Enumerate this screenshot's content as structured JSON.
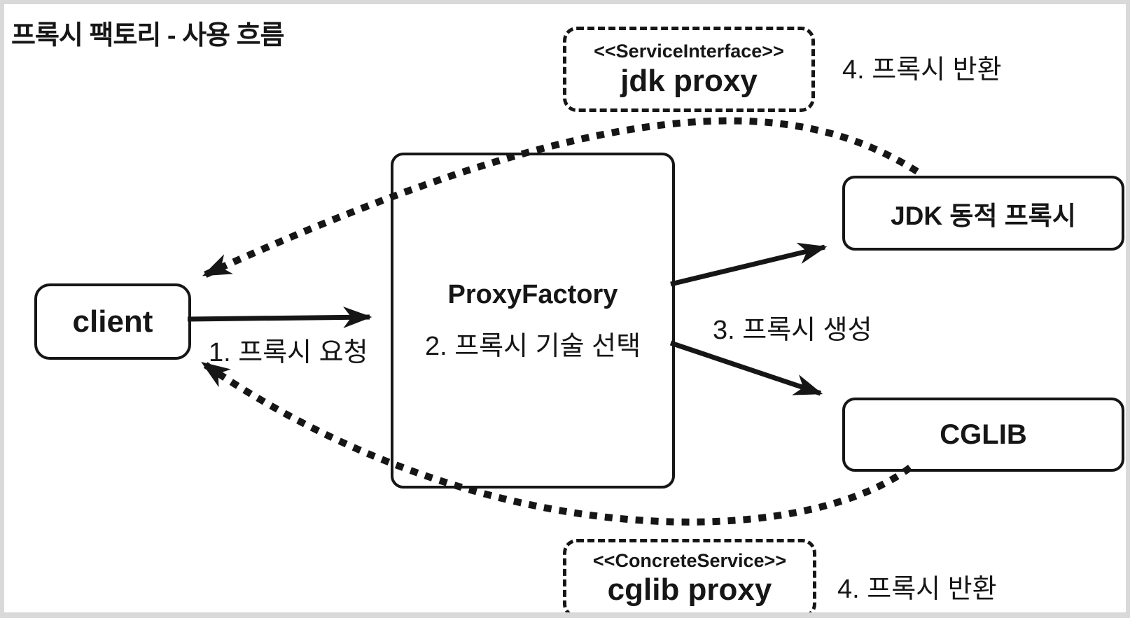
{
  "diagram": {
    "title": "프록시 팩토리 - 사용 흐름"
  },
  "nodes": {
    "client": {
      "label": "client"
    },
    "proxy_factory": {
      "title": "ProxyFactory",
      "step": "2. 프록시 기술 선택"
    },
    "jdk": {
      "label": "JDK 동적 프록시"
    },
    "cglib": {
      "label": "CGLIB"
    },
    "jdk_proxy": {
      "stereotype": "<<ServiceInterface>>",
      "label": "jdk proxy"
    },
    "cglib_proxy": {
      "stereotype": "<<ConcreteService>>",
      "label": "cglib proxy"
    }
  },
  "edge_labels": {
    "request": "1. 프록시 요청",
    "create": "3. 프록시 생성",
    "return_top": "4. 프록시 반환",
    "return_bottom": "4. 프록시 반환"
  },
  "colors": {
    "ink": "#161616",
    "background": "#ffffff",
    "frame": "#d9d9d9"
  }
}
